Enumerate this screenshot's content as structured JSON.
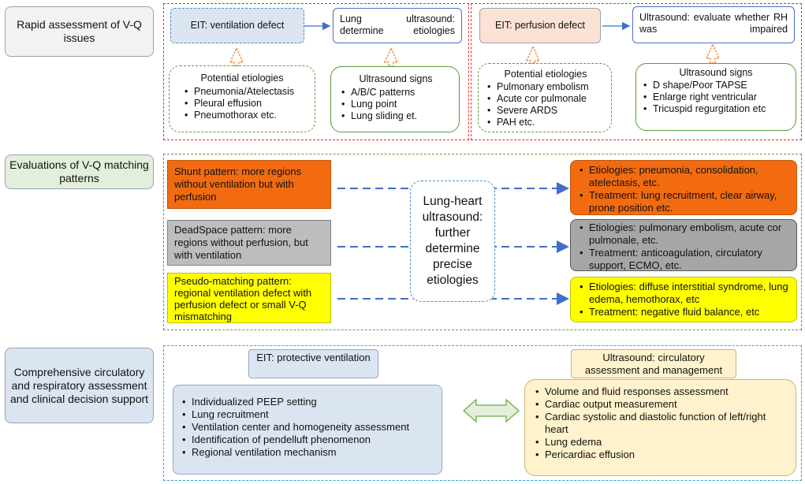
{
  "sections": {
    "s1": "Rapid assessment of V-Q issues",
    "s2": "Evaluations of V-Q matching patterns",
    "s3": "Comprehensive circulatory and respiratory assessment and clinical decision support"
  },
  "rapid": {
    "eit_vent": "EIT: ventilation defect",
    "lung_us": "Lung ultrasound: determine etiologies",
    "vent_etiologies": {
      "title": "Potential etiologies",
      "items": [
        "Pneumonia/Atelectasis",
        "Pleural effusion",
        "Pneumothorax etc."
      ]
    },
    "lung_signs": {
      "title": "Ultrasound signs",
      "items": [
        "A/B/C patterns",
        "Lung point",
        "Lung sliding et."
      ]
    },
    "eit_perf": "EIT: perfusion defect",
    "us_rh": "Ultrasound: evaluate whether RH was impaired",
    "perf_etiologies": {
      "title": "Potential etiologies",
      "items": [
        "Pulmonary embolism",
        "Acute cor pulmonale",
        "Severe ARDS",
        "PAH etc."
      ]
    },
    "rh_signs": {
      "title": "Ultrasound signs",
      "items": [
        "D shape/Poor TAPSE",
        "Enlarge right ventricular",
        "Tricuspid regurgitation etc"
      ]
    }
  },
  "patterns": {
    "shunt": "Shunt pattern: more regions without ventilation but with perfusion",
    "deadspace": "DeadSpace pattern: more regions without perfusion, but with ventilation",
    "pseudo": "Pseudo-matching pattern: regional ventilation defect with perfusion defect or small V-Q mismatching",
    "center": "Lung-heart ultrasound: further determine precise etiologies",
    "shunt_result": [
      "Etiologies: pneumonia, consolidation, atelectasis, etc.",
      "Treatment: lung recruitment, clear airway, prone position etc."
    ],
    "deadspace_result": [
      "Etiologies: pulmonary embolism, acute cor pulmonale, etc.",
      "Treatment: anticoagulation, circulatory support, ECMO, etc."
    ],
    "pseudo_result": [
      "Etiologies: diffuse interstitial syndrome, lung edema, hemothorax, etc",
      "Treatment: negative fluid balance, etc"
    ]
  },
  "comprehensive": {
    "eit_title": "EIT: protective ventilation",
    "eit_items": [
      "Individualized PEEP setting",
      "Lung recruitment",
      "Ventilation center and homogeneity assessment",
      "Identification of pendelluft phenomenon",
      "Regional ventilation mechanism"
    ],
    "us_title": "Ultrasound: circulatory assessment and management",
    "us_items": [
      "Volume and fluid responses assessment",
      "Cardiac output measurement",
      "Cardiac systolic and diastolic function of left/right heart",
      "Lung edema",
      "Pericardiac effusion"
    ]
  },
  "colors": {
    "red_dash": "#e8262b",
    "green_dash": "#5a9a3a",
    "blue_dash": "#2fa8e0",
    "arrow_blue": "#3f6fc8",
    "orange_arrow": "#f08a3c",
    "shunt": "#f26b10",
    "deadspace": "#bdbdbd",
    "pseudo": "#ffff00",
    "eit_blue": "#dbe5f1",
    "cream": "#fff2cc",
    "peach": "#fbe2d5"
  }
}
